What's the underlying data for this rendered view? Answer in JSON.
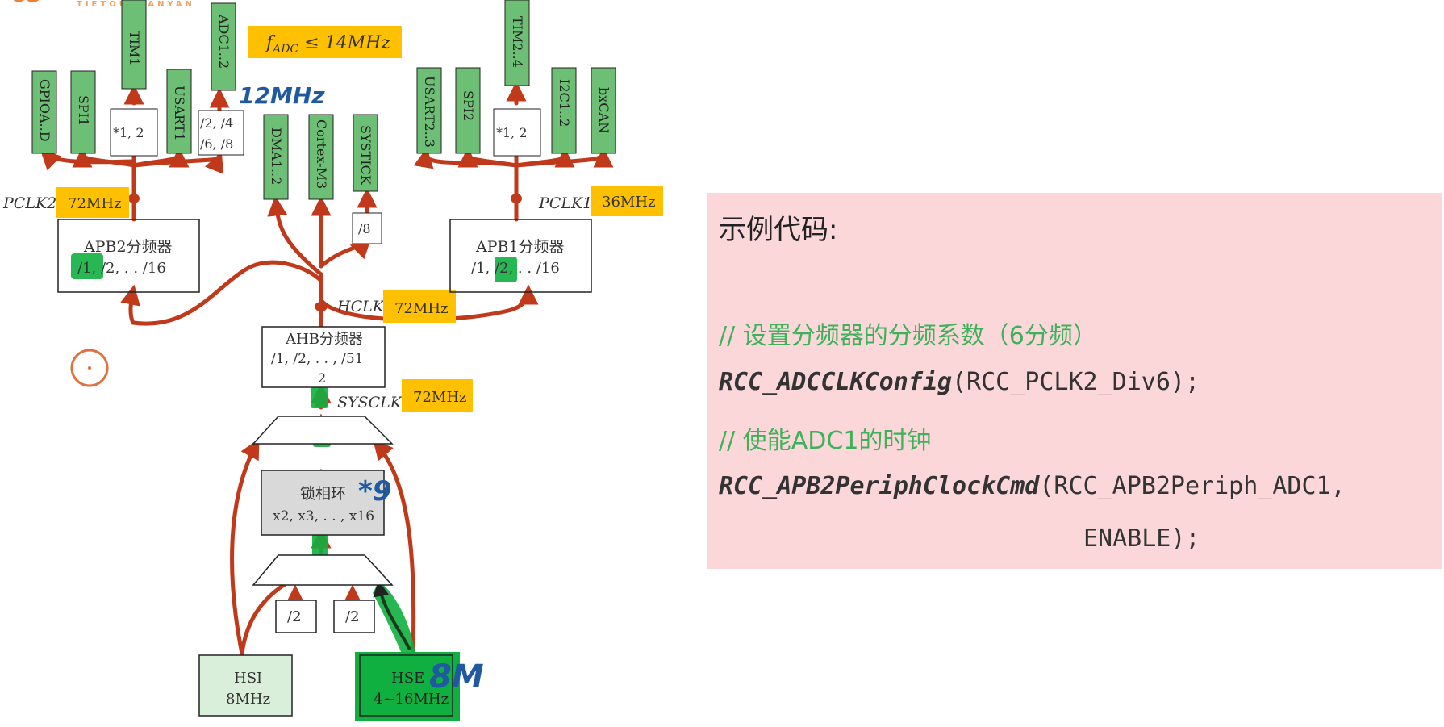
{
  "watermark": "TIETOUSHANYAN",
  "diagram": {
    "fadc_condition": "f",
    "fadc_sub": "ADC",
    "fadc_rest": " ≤ 14MHz",
    "clock_labels": {
      "pclk2": "PCLK2",
      "pclk1": "PCLK1",
      "hclk": "HCLK",
      "sysclk": "SYSCLK"
    },
    "freq_badges": {
      "pclk2": "72MHz",
      "pclk1": "36MHz",
      "hclk": "72MHz",
      "sysclk": "72MHz"
    },
    "apb2_peripherals": [
      "GPIOA..D",
      "SPI1",
      "TIM1",
      "USART1",
      "ADC1..2"
    ],
    "ahb_peripherals": [
      "DMA1..2",
      "Cortex-M3",
      "SYSTICK"
    ],
    "apb1_peripherals": [
      "USART2..3",
      "SPI2",
      "TIM2..4",
      "I2C1..2",
      "bxCAN"
    ],
    "mult_box": "*1, 2",
    "adc_div": {
      "line1": "/2, /4",
      "line2": "/6, /8"
    },
    "systick_div": "/8",
    "apb2_prescaler": {
      "title": "APB2分频器",
      "values": "/1, /2, . . /16"
    },
    "apb1_prescaler": {
      "title": "APB1分频器",
      "values": "/1, /2, . . /16"
    },
    "ahb_prescaler": {
      "title": "AHB分频器",
      "values": "/1, /2, . . , /51",
      "overflow": "2"
    },
    "pll": {
      "title": "锁相环",
      "values": "x2, x3, . . , x16"
    },
    "pre_div_left": "/2",
    "pre_div_right": "/2",
    "hsi": {
      "name": "HSI",
      "freq": "8MHz"
    },
    "hse": {
      "name": "HSE",
      "freq": "4~16MHz"
    },
    "annotations": {
      "adc_freq": "12MHz",
      "pll_mult": "*9",
      "hse_freq": "8M"
    }
  },
  "code_panel": {
    "title": "示例代码:",
    "lines": [
      {
        "type": "comment",
        "text": "// 设置分频器的分频系数（6分频）"
      },
      {
        "type": "code",
        "fn": "RCC_ADCCLKConfig",
        "args": "(RCC_PCLK2_Div6);"
      },
      {
        "type": "comment",
        "text": "// 使能ADC1的时钟"
      },
      {
        "type": "code",
        "fn": "RCC_APB2PeriphClockCmd",
        "args": "(RCC_APB2Periph_ADC1,"
      },
      {
        "type": "cont",
        "text": "ENABLE);"
      }
    ]
  },
  "colors": {
    "peripheral_green": "#6cbf74",
    "highlight_green": "#10b040",
    "badge_orange": "#ffc000",
    "arrow_red": "#c0391b",
    "panel_pink": "#fbd7da",
    "comment_green": "#3fb15a",
    "annotation_blue": "#1f5aa0"
  }
}
